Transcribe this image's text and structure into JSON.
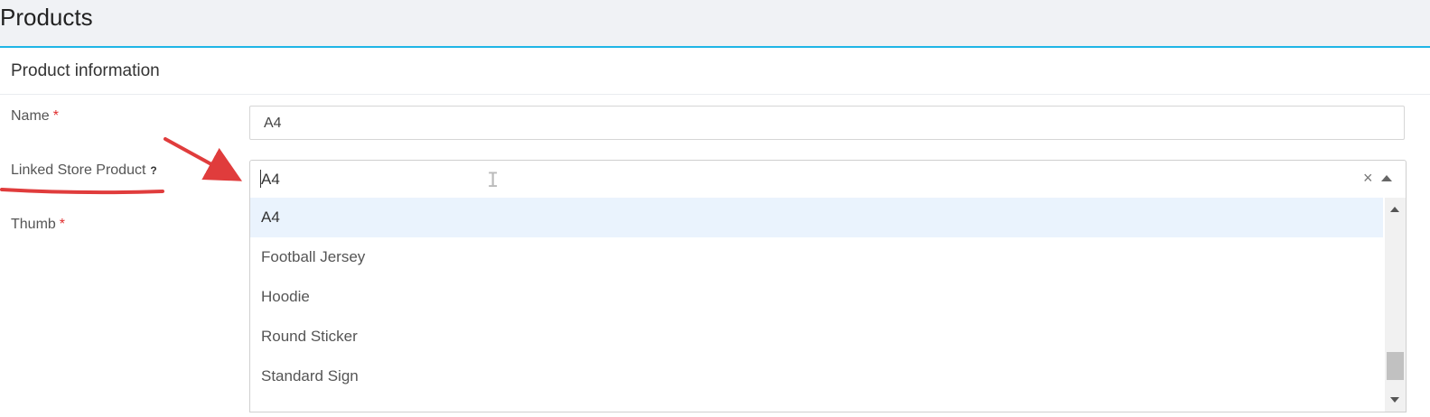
{
  "page": {
    "title": "Products"
  },
  "panel": {
    "title": "Product information"
  },
  "form": {
    "name_label": "Name",
    "name_required": "*",
    "name_value": "A4",
    "linked_label": "Linked Store Product",
    "linked_help": "?",
    "linked_value": "A4",
    "thumb_label": "Thumb",
    "thumb_required": "*"
  },
  "dropdown": {
    "clear": "×",
    "options": [
      "A4",
      "Football Jersey",
      "Hoodie",
      "Round Sticker",
      "Standard Sign"
    ],
    "selected": "A4"
  },
  "colors": {
    "accent": "#1fb5e6",
    "required": "#e02d2d",
    "annotation": "#e03c3c",
    "option_hover": "#eaf3fd"
  },
  "icons": {
    "clear": "close-icon",
    "toggle": "chevron-up-icon",
    "scroll_up": "scroll-up-arrow-icon",
    "scroll_down": "scroll-down-arrow-icon"
  }
}
